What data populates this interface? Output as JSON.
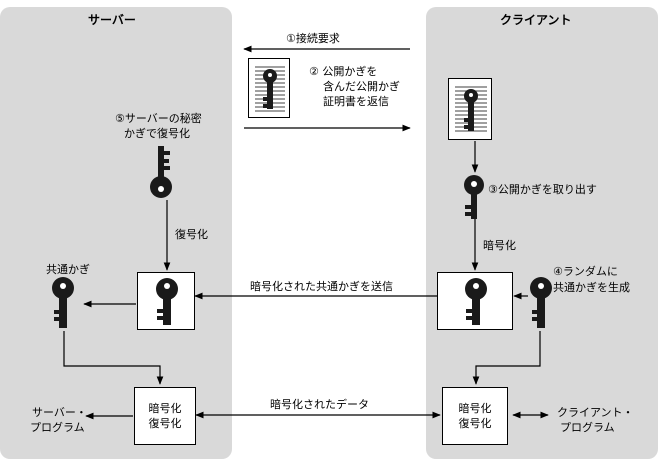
{
  "server": {
    "title": "サーバー",
    "secret_key_label": [
      "⑤サーバーの秘密",
      "かぎで復号化"
    ],
    "decrypt_label": "復号化",
    "common_key_label": "共通かぎ",
    "process_box": [
      "暗号化",
      "復号化"
    ],
    "program_label": [
      "サーバー・",
      "プログラム"
    ]
  },
  "client": {
    "title": "クライアント",
    "extract_label": "③公開かぎを取り出す",
    "encrypt_label": "暗号化",
    "random_label": [
      "④ランダムに",
      "共通かぎを生成"
    ],
    "process_box": [
      "暗号化",
      "復号化"
    ],
    "program_label": [
      "クライアント・",
      "プログラム"
    ]
  },
  "messages": {
    "connect_request": "①接続要求",
    "return_cert": [
      "② 公開かぎを",
      "含んだ公開かぎ",
      "証明書を返信"
    ],
    "send_encrypted_key": "暗号化された共通かぎを送信",
    "encrypted_data": "暗号化されたデータ"
  },
  "colors": {
    "panel": "#d9d9d9",
    "ink": "#000000",
    "key": "#1a1a1a",
    "box": "#ffffff"
  },
  "icons": [
    "key-icon",
    "certificate-icon"
  ]
}
